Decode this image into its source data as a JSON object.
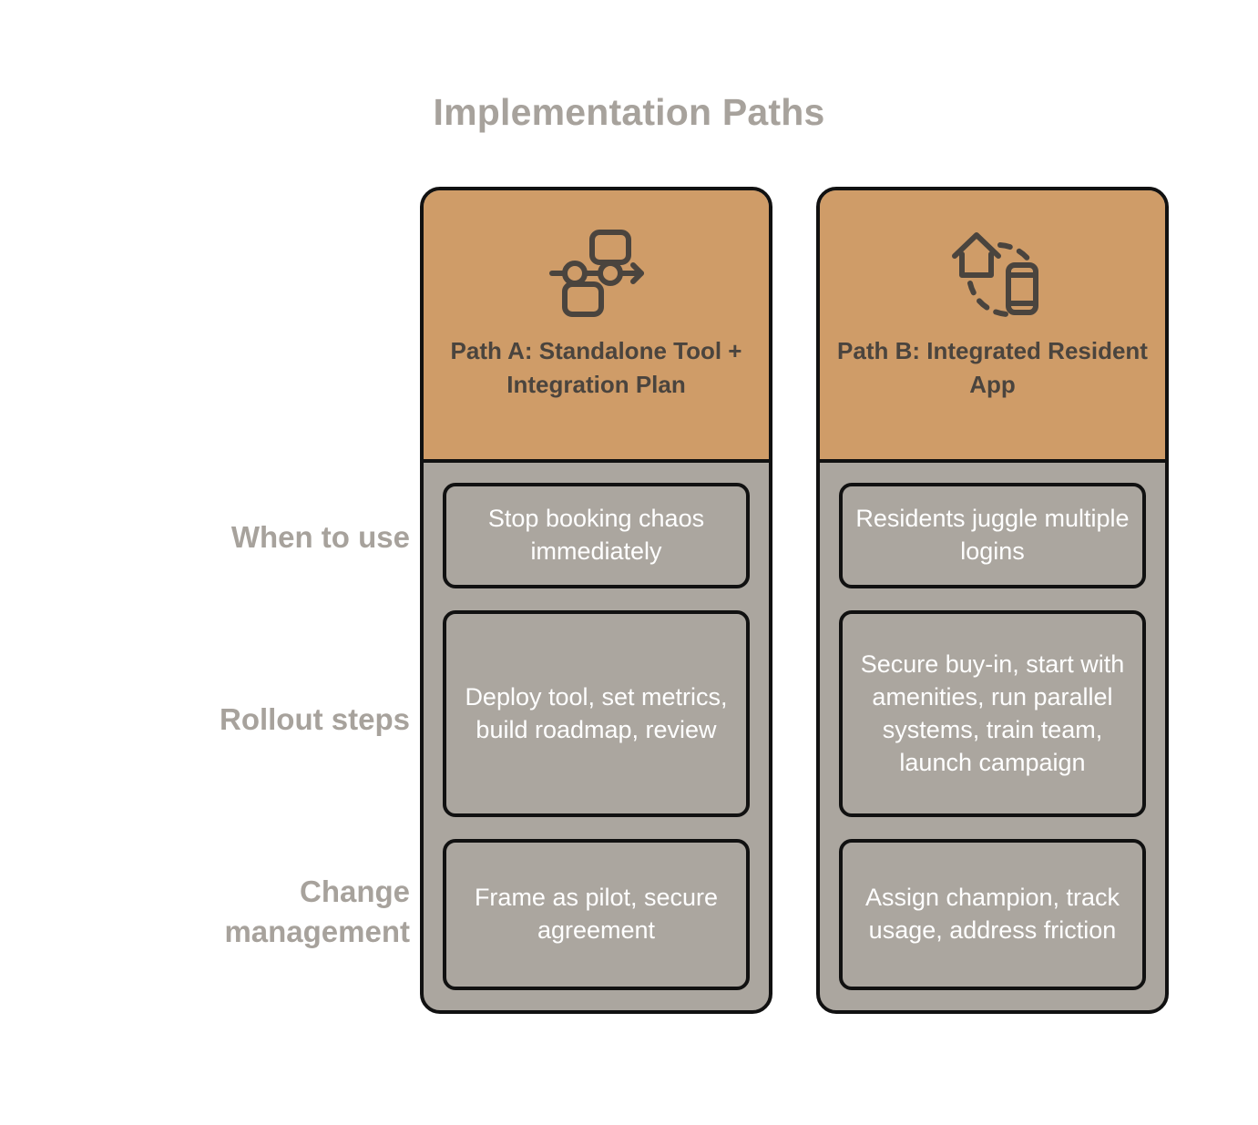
{
  "page": {
    "title": "Implementation Paths",
    "title_color": "#a7a29c",
    "background_color": "#ffffff",
    "header_fill": "#cf9c68",
    "body_fill": "#aba69f",
    "border_color": "#111111",
    "cell_text_color": "#ffffff",
    "header_text_color": "#4a443e"
  },
  "row_labels": [
    {
      "label": "When to use"
    },
    {
      "label": "Rollout steps"
    },
    {
      "label": "Change\nmanagement"
    }
  ],
  "columns": [
    {
      "id": "path-a",
      "icon": "workflow-nodes-icon",
      "title": "Path A: Standalone Tool + Integration Plan",
      "cells": [
        {
          "row": "When to use",
          "text": "Stop booking chaos immediately"
        },
        {
          "row": "Rollout steps",
          "text": "Deploy tool, set metrics, build roadmap, review"
        },
        {
          "row": "Change management",
          "text": "Frame as pilot, secure agreement"
        }
      ]
    },
    {
      "id": "path-b",
      "icon": "house-phone-sync-icon",
      "title": "Path B: Integrated Resident App",
      "cells": [
        {
          "row": "When to use",
          "text": "Residents juggle multiple logins"
        },
        {
          "row": "Rollout steps",
          "text": "Secure buy-in, start with amenities, run parallel systems, train team, launch campaign"
        },
        {
          "row": "Change management",
          "text": "Assign champion, track usage, address friction"
        }
      ]
    }
  ]
}
